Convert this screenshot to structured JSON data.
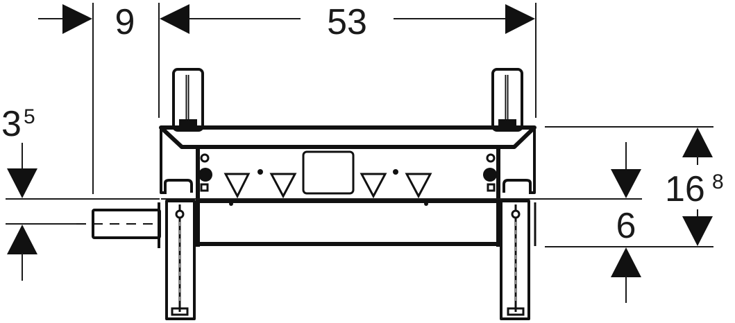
{
  "drawing": {
    "type": "technical-dimension-drawing",
    "subject": "installation frame front view",
    "units_note": "dimensions in cm, superscript = mm fraction",
    "line_color": "#111111",
    "background": "#ffffff"
  },
  "dimensions": {
    "offset_left": {
      "value": "9",
      "orientation": "horizontal"
    },
    "frame_width": {
      "value": "53",
      "orientation": "horizontal"
    },
    "pipe_height": {
      "value": "3",
      "sup": "5",
      "orientation": "vertical"
    },
    "total_height": {
      "value": "16",
      "sup": "8",
      "orientation": "vertical"
    },
    "lower_height": {
      "value": "6",
      "orientation": "vertical"
    }
  },
  "components": {
    "top_posts": [
      "left-post",
      "right-post"
    ],
    "front_symbols": [
      "triangle",
      "dot",
      "triangle",
      "rect-window",
      "triangle",
      "dot",
      "triangle"
    ],
    "legs": [
      "left-leg",
      "right-leg"
    ],
    "side_pipe": "left-connection-pipe"
  }
}
